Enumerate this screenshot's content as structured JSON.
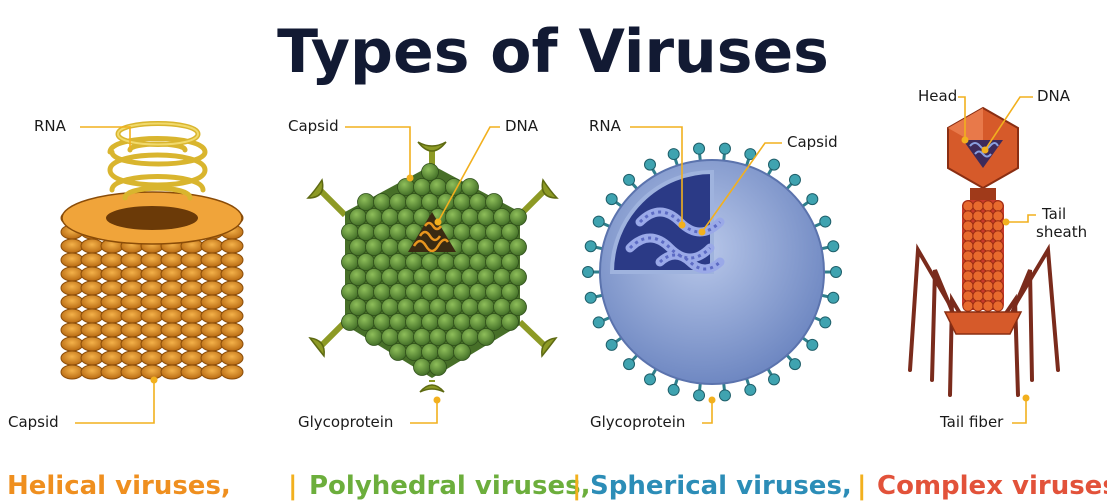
{
  "title": "Types of Viruses",
  "panels": [
    {
      "name": "helical",
      "caption": "Helical viruses,",
      "caption_color": "#ef8f1f",
      "labels": {
        "top": "RNA",
        "bottom": "Capsid"
      }
    },
    {
      "name": "polyhedral",
      "caption": "Polyhedral viruses,",
      "caption_color": "#6cae3c",
      "labels": {
        "left": "Capsid",
        "right": "DNA",
        "bottom": "Glycoprotein"
      }
    },
    {
      "name": "spherical",
      "caption": "Spherical viruses,",
      "caption_color": "#2c8db7",
      "labels": {
        "left": "RNA",
        "right": "Capsid",
        "bottom": "Glycoprotein"
      }
    },
    {
      "name": "complex",
      "caption": "Complex viruses,",
      "caption_color": "#e2523a",
      "labels": {
        "head": "Head",
        "dna": "DNA",
        "tail_sheath_1": "Tail",
        "tail_sheath_2": "sheath",
        "tail_fiber": "Tail fiber"
      }
    }
  ],
  "separator": "|",
  "colors": {
    "leader_line": "#f2b01e",
    "helix": "#e9c93f",
    "disc": "#e89626",
    "polyhedral_capsid": "#5f8e3a",
    "spherical_envelope": "#8ea6d6",
    "spike": "#3a9aa8",
    "phage_head": "#d65a2a",
    "phage_sheath": "#e05a2e"
  }
}
